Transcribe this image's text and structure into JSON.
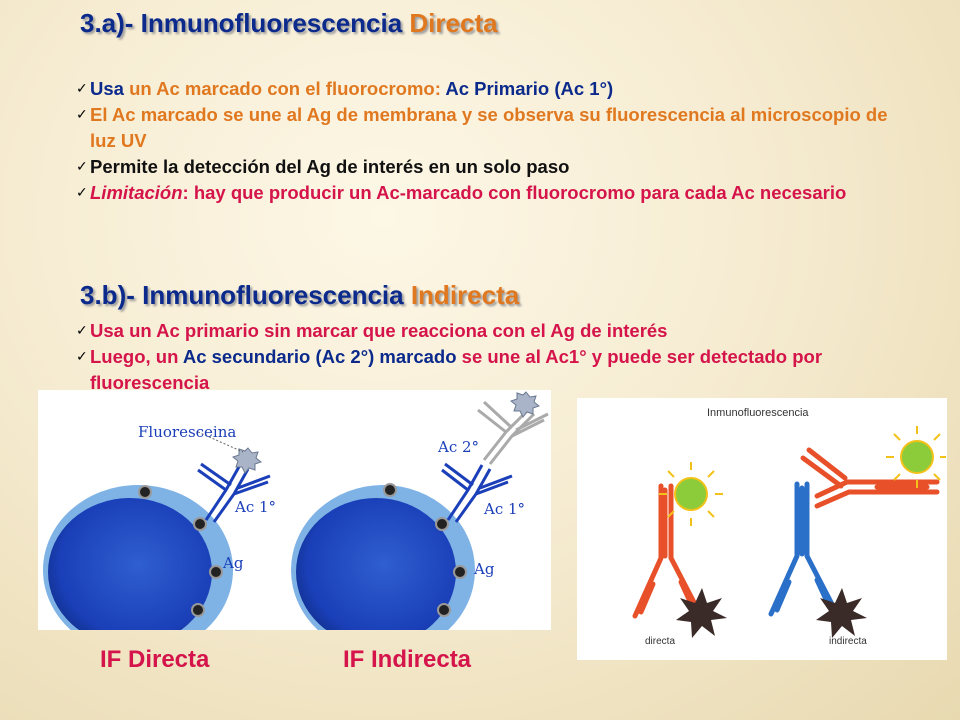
{
  "section_a": {
    "title_main": "3.a)- Inmunofluorescencia ",
    "title_accent": "Directa",
    "bullets": [
      {
        "parts": [
          {
            "text": "Usa ",
            "color": "blue"
          },
          {
            "text": "un Ac marcado ",
            "color": "orange"
          },
          {
            "text": "con el fluorocromo: ",
            "color": "orange"
          },
          {
            "text": "Ac Primario (Ac 1°)",
            "color": "blue"
          }
        ]
      },
      {
        "parts": [
          {
            "text": "El Ac marcado se une al Ag de membrana y se observa su fluorescencia al microscopio de luz UV",
            "color": "orange"
          }
        ]
      },
      {
        "parts": [
          {
            "text": "Permite la detección del Ag de interés en un solo paso",
            "color": "black"
          }
        ]
      },
      {
        "parts": [
          {
            "text": "Limitación",
            "color": "red",
            "italic": true
          },
          {
            "text": ": hay que producir un Ac-marcado con fluorocromo  para cada Ac necesario",
            "color": "red"
          }
        ]
      }
    ]
  },
  "section_b": {
    "title_main": "3.b)- Inmunofluorescencia ",
    "title_accent": "Indirecta",
    "bullets": [
      {
        "parts": [
          {
            "text": "Usa un Ac primario sin marcar que reacciona con el Ag de interés",
            "color": "red"
          }
        ]
      },
      {
        "parts": [
          {
            "text": "Luego, un ",
            "color": "red"
          },
          {
            "text": "Ac secundario (Ac 2°) marcado ",
            "color": "blue"
          },
          {
            "text": "se une al Ac1° y puede ser detectado por fluorescencia",
            "color": "red"
          }
        ]
      }
    ]
  },
  "left_figure": {
    "labels": {
      "fluoresceina": "Fluoresceina",
      "ac1_left": "Ac 1°",
      "ag_left": "Ag",
      "ac2": "Ac 2°",
      "ac1_right": "Ac 1°",
      "ag_right": "Ag"
    }
  },
  "right_figure": {
    "title": "Inmunofluorescencia",
    "label_directa": "directa",
    "label_indirecta": "indirecta"
  },
  "captions": {
    "directa": "IF Directa",
    "indirecta": "IF Indirecta"
  },
  "colors": {
    "blue": "#0b2a8c",
    "orange": "#e07820",
    "black": "#111111",
    "red": "#d4144a"
  }
}
